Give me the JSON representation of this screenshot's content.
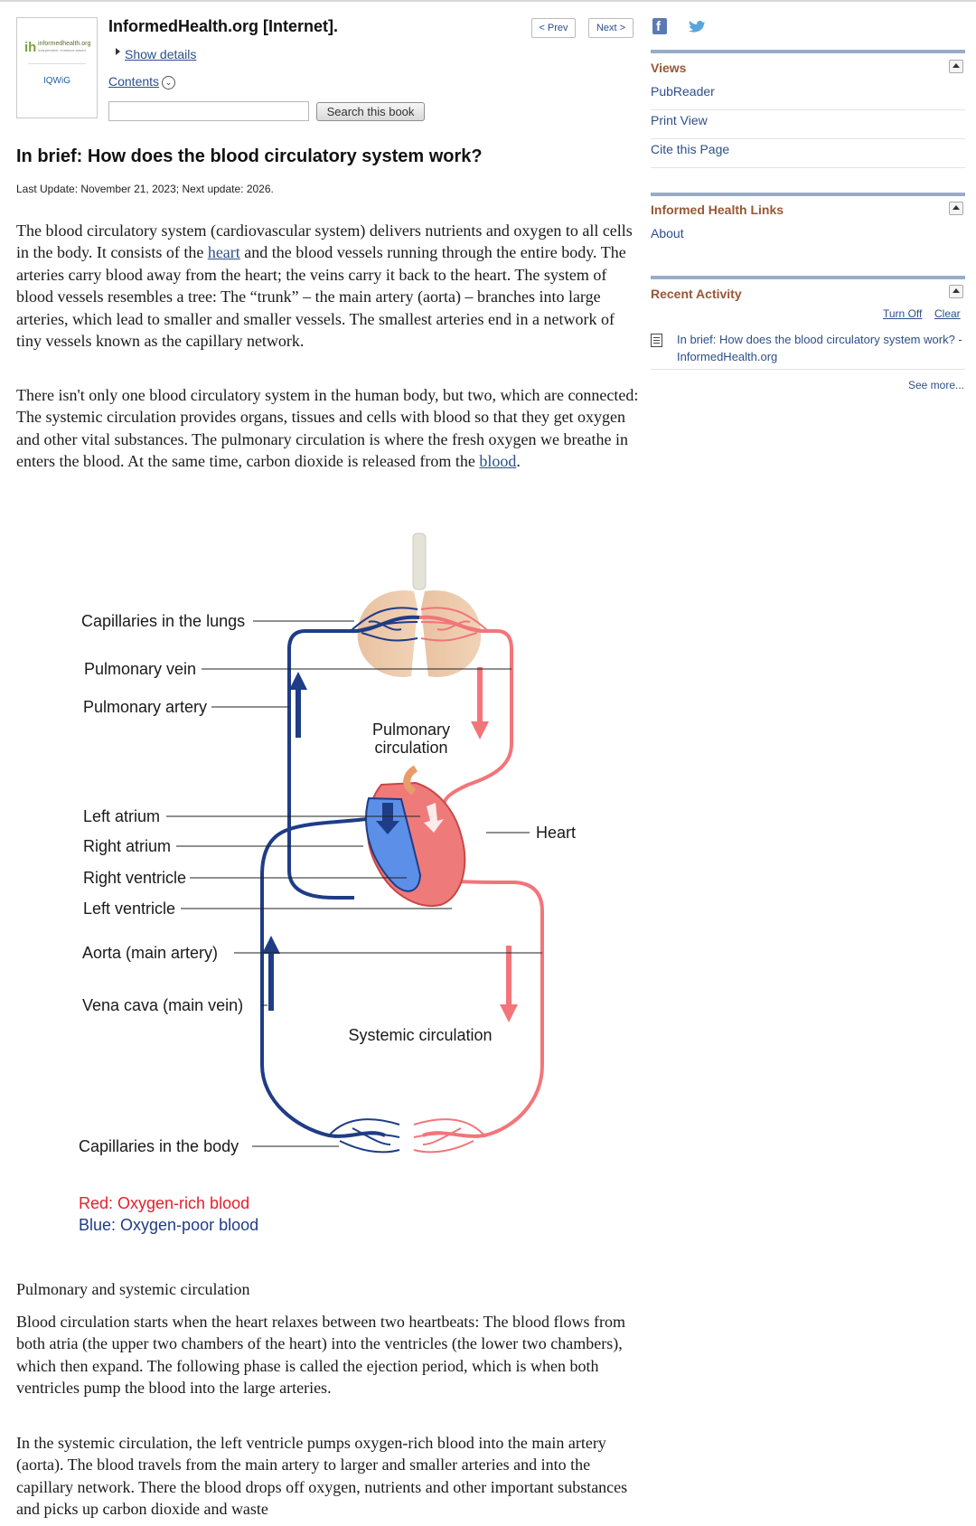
{
  "book": {
    "logo_text": "informedhealth.org",
    "logo_subtext": "Independent, evidence-based",
    "iqwig_text": "IQWiG",
    "title": "InformedHealth.org [Internet].",
    "show_details": "Show details",
    "contents": "Contents",
    "search_value": "",
    "search_button": "Search this book"
  },
  "nav": {
    "prev": "< Prev",
    "next": "Next >"
  },
  "article": {
    "title": "In brief: How does the blood circulatory system work?",
    "last_update": "Last Update: November 21, 2023; Next update: 2026.",
    "p1": {
      "before_heart": "The blood circulatory system (cardiovascular system) delivers nutrients and oxygen to all cells in the body. It consists of the ",
      "heart_link": "heart",
      "after_heart": " and the blood vessels running through the entire body. The arteries carry blood away from the heart; the veins carry it back to the heart. The system of blood vessels resembles a tree: The “trunk” – the main artery (aorta) – branches into large arteries, which lead to smaller and smaller vessels. The smallest arteries end in a network of tiny vessels known as the capillary network."
    },
    "p2": {
      "before_blood": "There isn't only one blood circulatory system in the human body, but two, which are connected: The systemic circulation provides organs, tissues and cells with blood so that they get oxygen and other vital substances. The pulmonary circulation is where the fresh oxygen we breathe in enters the blood. At the same time, carbon dioxide is released from the ",
      "blood_link": "blood",
      "after_blood": "."
    },
    "figure": {
      "labels": {
        "capillaries_lungs": "Capillaries in the lungs",
        "pulmonary_vein": "Pulmonary vein",
        "pulmonary_artery": "Pulmonary artery",
        "pulmonary_circulation_1": "Pulmonary",
        "pulmonary_circulation_2": "circulation",
        "left_atrium": "Left atrium",
        "right_atrium": "Right atrium",
        "right_ventricle": "Right ventricle",
        "left_ventricle": "Left ventricle",
        "heart": "Heart",
        "aorta": "Aorta (main artery)",
        "vena_cava": "Vena cava (main vein)",
        "systemic_circulation": "Systemic circulation",
        "capillaries_body": "Capillaries in the body",
        "legend_red": "Red: Oxygen-rich blood",
        "legend_blue": "Blue: Oxygen-poor blood"
      },
      "colors": {
        "oxygen_rich": "#f2757a",
        "oxygen_poor": "#1f3c86"
      }
    },
    "caption": "Pulmonary and systemic circulation",
    "p3": "Blood circulation starts when the heart relaxes between two heartbeats: The blood flows from both atria (the upper two chambers of the heart) into the ventricles (the lower two chambers), which then expand. The following phase is called the ejection period, which is when both ventricles pump the blood into the large arteries.",
    "p4": "In the systemic circulation, the left ventricle pumps oxygen-rich blood into the main artery (aorta). The blood travels from the main artery to larger and smaller arteries and into the capillary network. There the blood drops off oxygen, nutrients and other important substances and picks up carbon dioxide and waste"
  },
  "sidebar": {
    "social": {
      "facebook": "f"
    },
    "views": {
      "title": "Views",
      "items": [
        "PubReader",
        "Print View",
        "Cite this Page"
      ]
    },
    "links": {
      "title": "Informed Health Links",
      "items": [
        "About"
      ]
    },
    "recent": {
      "title": "Recent Activity",
      "turn_off": "Turn Off",
      "clear": "Clear",
      "item": "In brief: How does the blood circulatory system work? - InformedHealth.org",
      "see_more": "See more..."
    }
  },
  "theme": {
    "link": "#2c4f8a",
    "portlet_title": "#985735",
    "portlet_bar": "#97acc7"
  }
}
